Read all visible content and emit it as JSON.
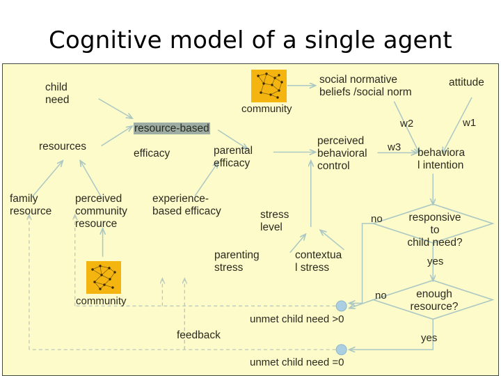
{
  "title": "Cognitive model of a single agent",
  "colors": {
    "canvas_background": "#fdfbc9",
    "canvas_border": "#3f4a43",
    "arrow": "#aac7c4",
    "highlight": "#9dada3",
    "community_icon": "#f5b511",
    "junction": "#aacfe2",
    "text": "#2a2a20"
  },
  "diagram": {
    "type": "flowchart",
    "nodes": [
      {
        "id": "child-need",
        "label": "child\nneed"
      },
      {
        "id": "resources",
        "label": "resources"
      },
      {
        "id": "family-resource",
        "label": "family\nresource"
      },
      {
        "id": "perceived-community-resource",
        "label": "perceived\ncommunity\nresource"
      },
      {
        "id": "experience-based-efficacy",
        "label": "experience-\nbased efficacy"
      },
      {
        "id": "resource-based-efficacy",
        "label_highlighted": "resource-based",
        "label_rest": "efficacy"
      },
      {
        "id": "parental-efficacy",
        "label": "parental\nefficacy"
      },
      {
        "id": "community-top",
        "label": "community"
      },
      {
        "id": "community-bottom",
        "label": "community"
      },
      {
        "id": "social-normative-beliefs",
        "label": "social normative\nbeliefs /social norm"
      },
      {
        "id": "attitude",
        "label": "attitude"
      },
      {
        "id": "perceived-behavioral-control",
        "label": "perceived\nbehavioral\ncontrol"
      },
      {
        "id": "behavioral-intention",
        "label": "behaviora\nl intention"
      },
      {
        "id": "stress-level",
        "label": "stress\nlevel"
      },
      {
        "id": "parenting-stress",
        "label": "parenting\nstress"
      },
      {
        "id": "contextual-stress",
        "label": "contextua\nl stress"
      },
      {
        "id": "feedback",
        "label": "feedback"
      },
      {
        "id": "unmet-child-need-gt0",
        "label": "unmet child need >0"
      },
      {
        "id": "unmet-child-need-eq0",
        "label": "unmet child need =0"
      }
    ],
    "decisions": [
      {
        "id": "responsive-to-child-need",
        "label": "responsive to\nchild need?"
      },
      {
        "id": "enough-resource",
        "label": "enough\nresource?"
      }
    ],
    "edge_labels": [
      {
        "id": "w1",
        "label": "w1"
      },
      {
        "id": "w2",
        "label": "w2"
      },
      {
        "id": "w3",
        "label": "w3"
      },
      {
        "id": "no-responsive",
        "label": "no"
      },
      {
        "id": "yes-responsive",
        "label": "yes"
      },
      {
        "id": "no-enough",
        "label": "no"
      },
      {
        "id": "yes-enough",
        "label": "yes"
      }
    ]
  }
}
